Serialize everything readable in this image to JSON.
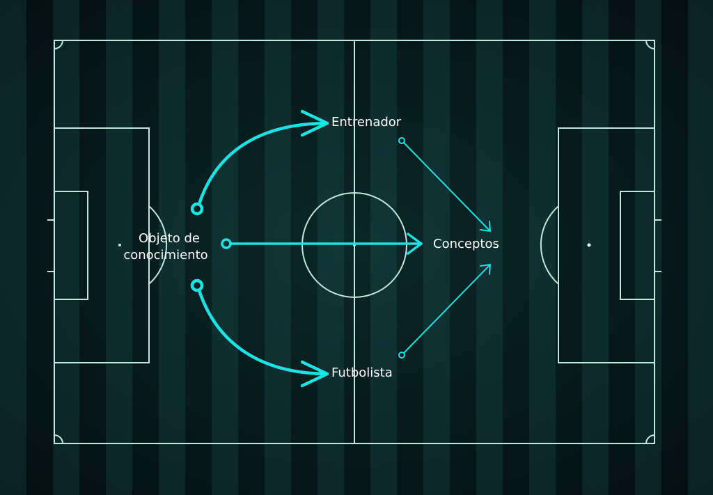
{
  "colors": {
    "field_line": "#bfe9dc",
    "accent": "#19e3e3",
    "text": "#ffffff"
  },
  "labels": {
    "source_line1": "Objeto de",
    "source_line2": "conocimiento",
    "coach": "Entrenador",
    "player": "Futbolista",
    "concepts": "Conceptos"
  }
}
